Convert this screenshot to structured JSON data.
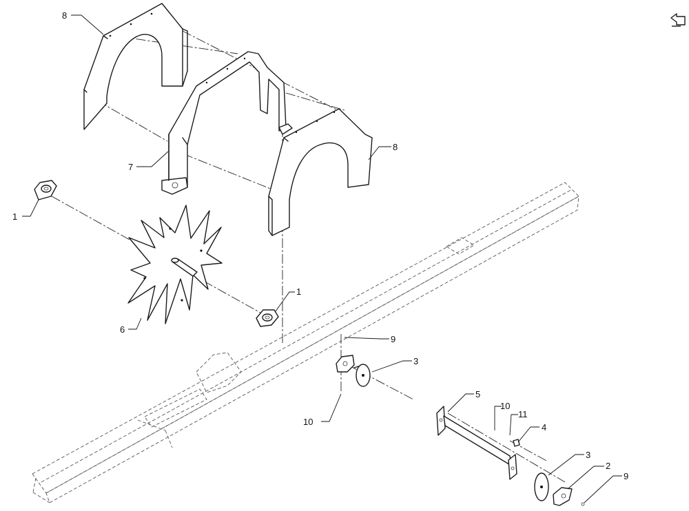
{
  "callouts": {
    "c1a": "1",
    "c1b": "1",
    "c2": "2",
    "c3a": "3",
    "c3b": "3",
    "c4": "4",
    "c5": "5",
    "c6": "6",
    "c7": "7",
    "c8a": "8",
    "c8b": "8",
    "c9a": "9",
    "c9b": "9",
    "c10a": "10",
    "c10b": "10",
    "c11": "11"
  },
  "icons": {
    "return": "return-arrow-icon"
  },
  "colors": {
    "line": "#1a1a1a",
    "background": "#ffffff"
  }
}
